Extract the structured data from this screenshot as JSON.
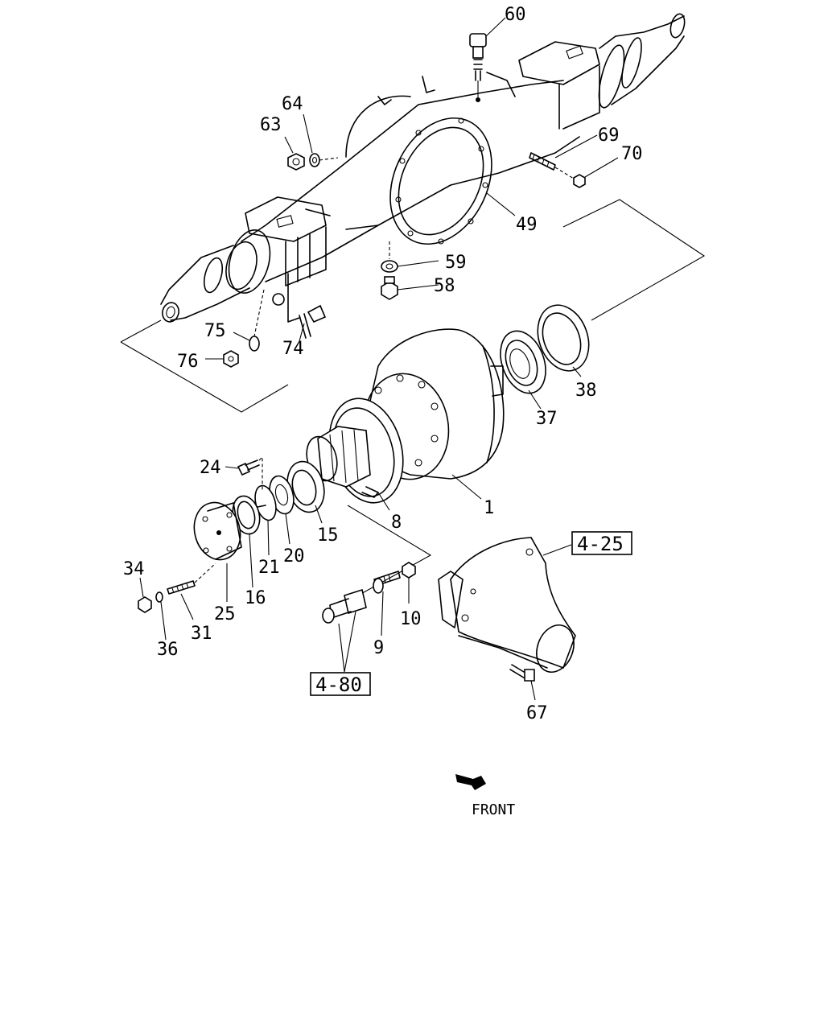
{
  "diagram": {
    "callouts": {
      "p60": "60",
      "p64": "64",
      "p63": "63",
      "p69": "69",
      "p70": "70",
      "p49": "49",
      "p59": "59",
      "p58": "58",
      "p75": "75",
      "p74": "74",
      "p76": "76",
      "p37": "37",
      "p38": "38",
      "p24": "24",
      "p1": "1",
      "p8": "8",
      "p15": "15",
      "p20": "20",
      "p21": "21",
      "p16": "16",
      "p25": "25",
      "p34": "34",
      "p31": "31",
      "p36": "36",
      "p10": "10",
      "p9": "9",
      "p67": "67"
    },
    "refs": {
      "r425": "4-25",
      "r480": "4-80"
    },
    "front_label": "FRONT"
  }
}
